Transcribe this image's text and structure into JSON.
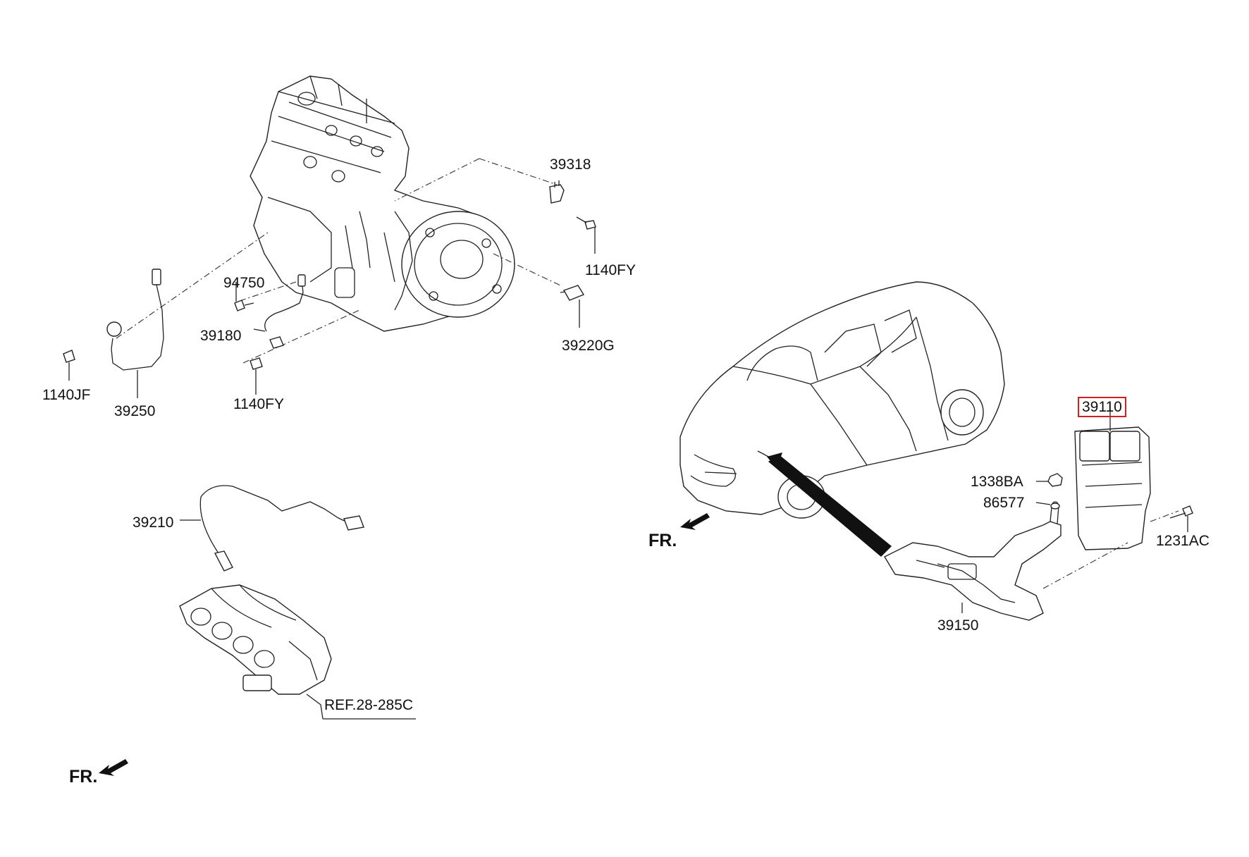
{
  "labels": {
    "p39318": "39318",
    "p1140fy_top": "1140FY",
    "p94750": "94750",
    "p39180": "39180",
    "p39220g": "39220G",
    "p1140jf": "1140JF",
    "p39250": "39250",
    "p1140fy_bottom": "1140FY",
    "p39210": "39210",
    "ref": "REF.28-285C",
    "p39110": "39110",
    "p1338ba": "1338BA",
    "p86577": "86577",
    "p1231ac": "1231AC",
    "p39150": "39150",
    "fr_left": "FR.",
    "fr_right": "FR."
  },
  "highlight_color": "#d21f1f"
}
